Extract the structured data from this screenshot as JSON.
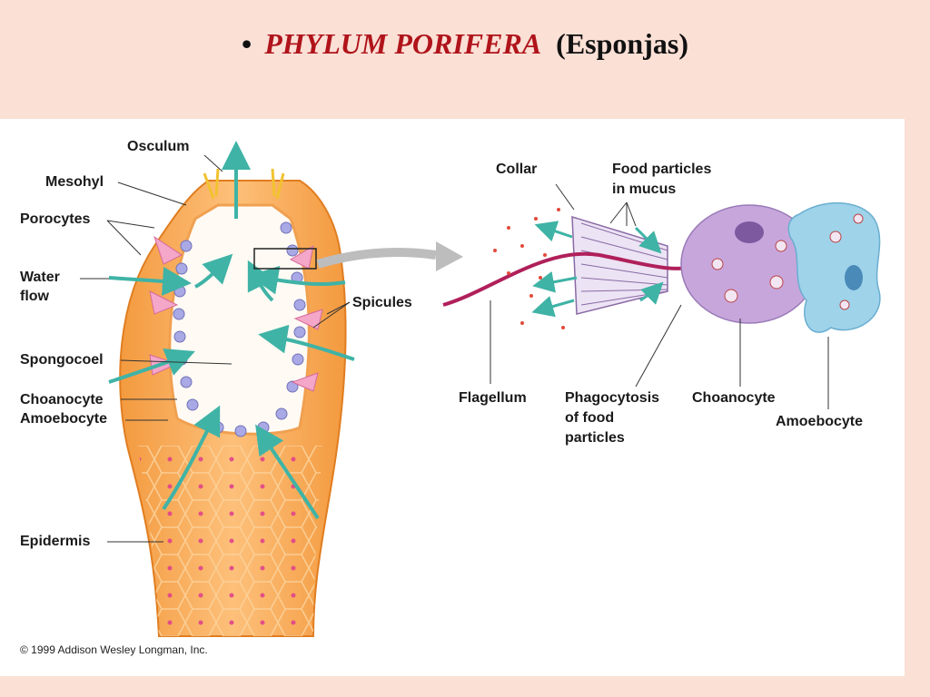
{
  "slide": {
    "bullet": "•",
    "title": "PHYLUM  PORIFERA",
    "subtitle": "(Esponjas)"
  },
  "figure": {
    "labels": {
      "osculum": "Osculum",
      "mesohyl": "Mesohyl",
      "porocytes": "Porocytes",
      "water_flow_1": "Water",
      "water_flow_2": "flow",
      "spicules": "Spicules",
      "spongocoel": "Spongocoel",
      "choanocyte_left": "Choanocyte",
      "amoebocyte_left": "Amoebocyte",
      "epidermis": "Epidermis",
      "collar": "Collar",
      "food_particles_1": "Food particles",
      "food_particles_2": "in mucus",
      "flagellum": "Flagellum",
      "phagocytosis_1": "Phagocytosis",
      "phagocytosis_2": "of food",
      "phagocytosis_3": "particles",
      "choanocyte_right": "Choanocyte",
      "amoebocyte_right": "Amoebocyte"
    },
    "copyright": "© 1999 Addison Wesley Longman, Inc.",
    "colors": {
      "body_orange": "#f7a24a",
      "flow_arrow": "#3fb3a6",
      "title_red": "#b0141b",
      "choanocyte_purple": "#c7a6dc",
      "amoebocyte_blue": "#9fd3ea",
      "background": "#fbe0d6"
    }
  }
}
